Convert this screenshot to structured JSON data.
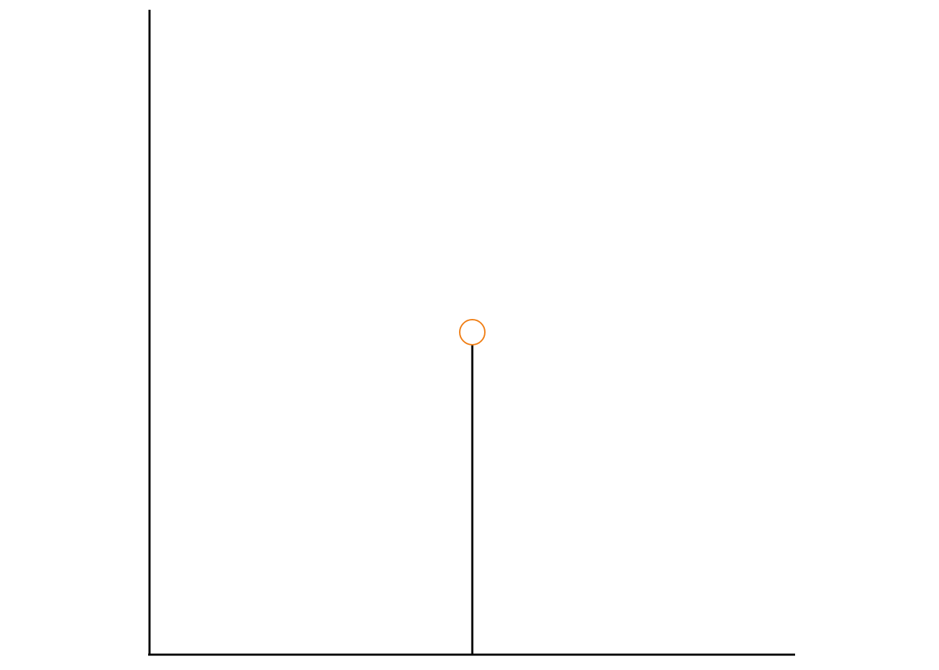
{
  "chart_data": {
    "type": "stem",
    "title": "",
    "xlabel": "",
    "ylabel": "",
    "x": [
      0
    ],
    "y": [
      0.5
    ],
    "xlim": [
      -1,
      1
    ],
    "ylim": [
      0,
      1
    ],
    "grid": false,
    "legend": "none",
    "colors": {
      "axis": "#000000",
      "stem": "#000000",
      "marker": "#f07f16",
      "background": "#ffffff"
    }
  }
}
